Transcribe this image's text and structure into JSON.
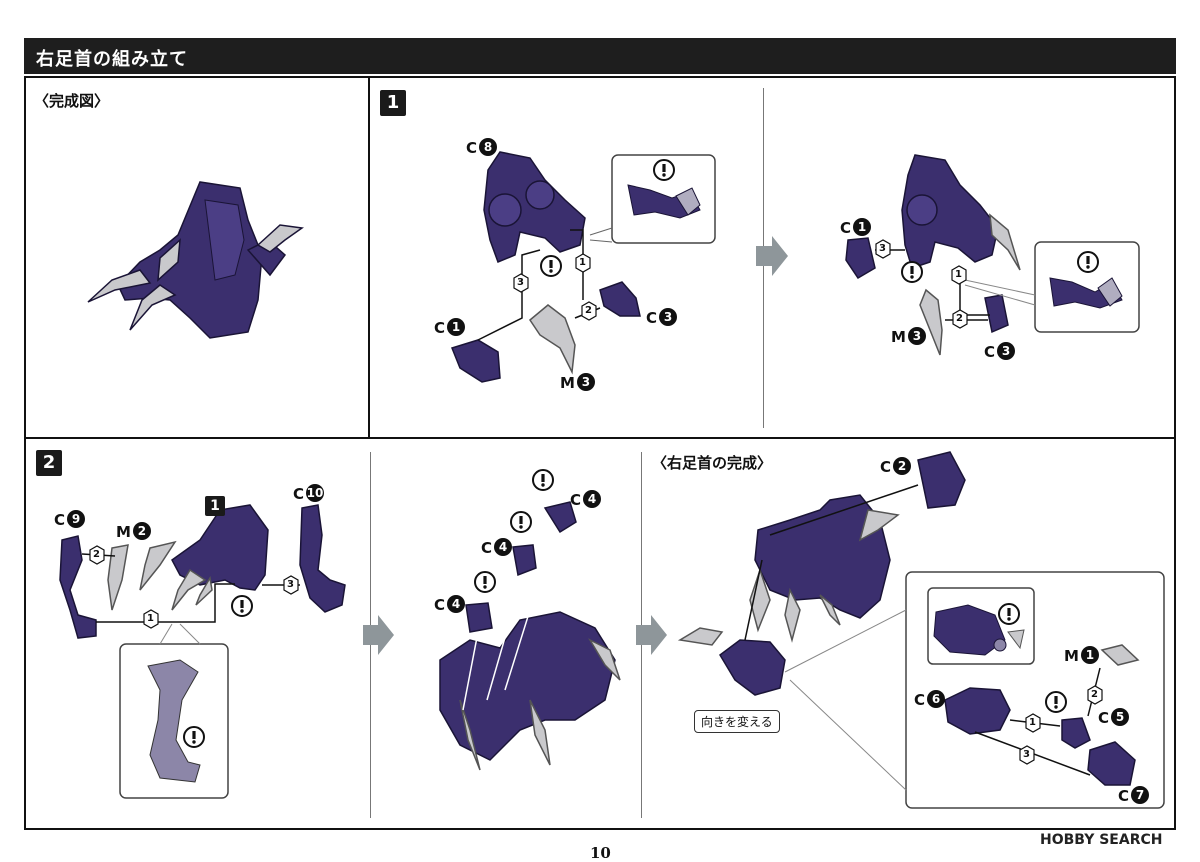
{
  "header": {
    "title": "右足首の組み立て"
  },
  "panels": {
    "complete_label": "〈完成図〉",
    "step1": "1",
    "step2": "2",
    "step1_badge": "1",
    "right_complete_label": "〈右足首の完成〉",
    "note_turn": "向きを変える"
  },
  "parts": {
    "p1_c8": {
      "letter": "C",
      "num": "8"
    },
    "p1_c1": {
      "letter": "C",
      "num": "1"
    },
    "p1_c3": {
      "letter": "C",
      "num": "3"
    },
    "p1_m3": {
      "letter": "M",
      "num": "3"
    },
    "p2_c1": {
      "letter": "C",
      "num": "1"
    },
    "p2_m3": {
      "letter": "M",
      "num": "3"
    },
    "p2_c3": {
      "letter": "C",
      "num": "3"
    },
    "s2_c9": {
      "letter": "C",
      "num": "9"
    },
    "s2_m2": {
      "letter": "M",
      "num": "2"
    },
    "s2_c10": {
      "letter": "C",
      "num": "10"
    },
    "s2_c4a": {
      "letter": "C",
      "num": "4"
    },
    "s2_c4b": {
      "letter": "C",
      "num": "4"
    },
    "s2_c4c": {
      "letter": "C",
      "num": "4"
    },
    "s3_c2": {
      "letter": "C",
      "num": "2"
    },
    "s3_m1": {
      "letter": "M",
      "num": "1"
    },
    "s3_c6": {
      "letter": "C",
      "num": "6"
    },
    "s3_c5": {
      "letter": "C",
      "num": "5"
    },
    "s3_c7": {
      "letter": "C",
      "num": "7"
    }
  },
  "order_marks": [
    "1",
    "2",
    "3"
  ],
  "caution_symbol": "!",
  "colors": {
    "purple": "#3b2f6e",
    "claw": "#c9c9cc",
    "header": "#1e1e1e"
  },
  "footer": {
    "page": "10",
    "watermark": "HOBBY SEARCH"
  }
}
